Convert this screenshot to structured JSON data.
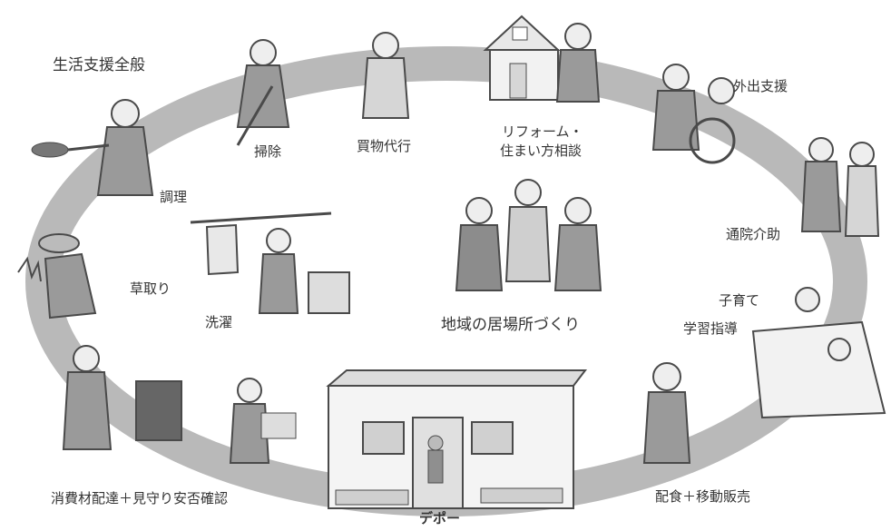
{
  "labels": {
    "general_support": "生活支援全般",
    "cooking": "調理",
    "cleaning": "掃除",
    "shopping": "買物代行",
    "reform_line1": "リフォーム・",
    "reform_line2": "住まい方相談",
    "outing": "外出支援",
    "hospital": "通院介助",
    "childcare_line1": "子育て",
    "childcare_line2": "学習指導",
    "meal_sales": "配食＋移動販売",
    "depot": "デポー",
    "delivery": "消費材配達＋見守り安否確認",
    "laundry": "洗濯",
    "weeding": "草取り",
    "community": "地域の居場所づくり"
  },
  "colors": {
    "ring": "#b9b9b9",
    "ink": "#4a4a4a",
    "fill_light": "#e6e6e6",
    "fill_mid": "#9a9a9a"
  }
}
